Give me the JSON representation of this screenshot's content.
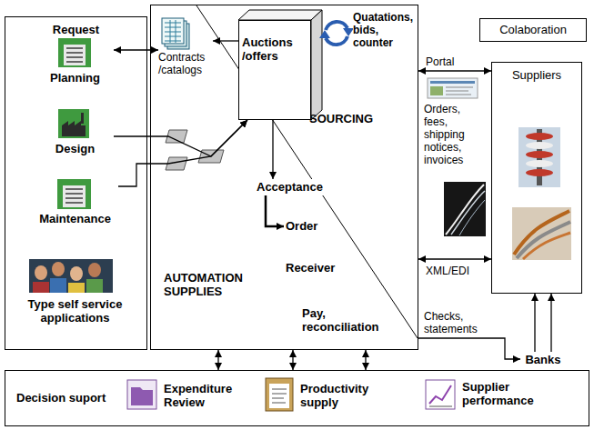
{
  "diagram": {
    "nodes": [
      {
        "text": [
          "Request"
        ]
      },
      {
        "text": [
          "Planning"
        ],
        "in": 0
      },
      {
        "text": [
          "Design"
        ],
        "in": 0
      },
      {
        "text": [
          "Maintenance"
        ],
        "in": 0
      },
      {
        "text": [
          "Type self service applications"
        ],
        "in": 0
      },
      {
        "text": [
          "SOURCING",
          "AUTOMATION SUPPLIES"
        ]
      },
      {
        "text": [
          "Contracts /catalogs"
        ],
        "in": 5
      },
      {
        "text": [
          "Auctions /offers"
        ],
        "in": 5
      },
      {
        "text": [
          "Acceptance"
        ],
        "in": 5
      },
      {
        "text": [
          "Order"
        ],
        "in": 5
      },
      {
        "text": [
          "Receiver"
        ],
        "in": 5
      },
      {
        "text": [
          "Pay, reconciliation"
        ],
        "in": 5
      },
      {
        "text": [
          "Colaboration"
        ]
      },
      {
        "text": [
          "Suppliers"
        ]
      },
      {
        "text": [
          "Banks"
        ]
      },
      {
        "text": [
          "Decision suport"
        ]
      },
      {
        "text": [
          "Expenditure Review"
        ],
        "in": 15
      },
      {
        "text": [
          "Productivity supply"
        ],
        "in": 15
      },
      {
        "text": [
          "Supplier performance"
        ],
        "in": 15
      }
    ],
    "edges": [
      {
        "from": 1,
        "to": 6,
        "arrow": "both"
      },
      {
        "from": 7,
        "to": 6,
        "arrow": "to"
      },
      {
        "from": 2,
        "to": 7,
        "arrow": "to"
      },
      {
        "from": 3,
        "to": 7,
        "arrow": "to"
      },
      {
        "from": 7,
        "to": 8,
        "arrow": "to"
      },
      {
        "from": 8,
        "to": 9,
        "arrow": "to"
      },
      {
        "from": 5,
        "to": 13,
        "label": "Portal",
        "arrow": "both"
      },
      {
        "from": 5,
        "to": 13,
        "label": "XML/EDI",
        "arrow": "both"
      },
      {
        "from": 5,
        "to": 14,
        "label": "Checks, statements",
        "arrow": "to"
      },
      {
        "from": 14,
        "to": 13,
        "arrow": "to"
      },
      {
        "from": 14,
        "to": 13,
        "arrow": "to"
      },
      {
        "from": 5,
        "to": 15,
        "arrow": "both"
      },
      {
        "from": 5,
        "to": 15,
        "arrow": "both"
      },
      {
        "from": 5,
        "to": 15,
        "arrow": "both"
      }
    ],
    "labels": [
      "Quatations, bids, counter",
      "Orders, fees, shipping notices, invoices"
    ]
  }
}
